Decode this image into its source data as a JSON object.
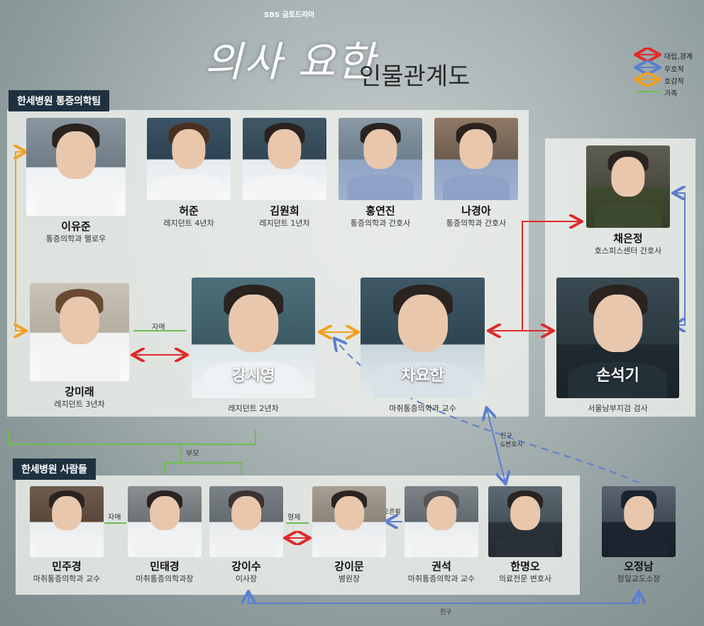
{
  "channel": "SBS 금토드라마",
  "title_logo": "의사 요한",
  "title_sub": "인물관계도",
  "legend": [
    {
      "label": "대립,경계",
      "color": "#e02a2a",
      "icon": "double-arrow"
    },
    {
      "label": "우호적",
      "color": "#5b7ed0",
      "icon": "double-arrow"
    },
    {
      "label": "호감적",
      "color": "#f0a020",
      "icon": "double-arrow"
    },
    {
      "label": "가족",
      "color": "#6bbf4a",
      "icon": "line"
    }
  ],
  "sections": {
    "team": "한세병원 통증의학팀",
    "hospital": "한세병원 사람들"
  },
  "characters": {
    "leeyujun": {
      "name": "이유준",
      "role": "통증의학과 펠로우"
    },
    "heojun": {
      "name": "허준",
      "role": "레지던트 4년차"
    },
    "kimwonhee": {
      "name": "김원희",
      "role": "레지던트 1년차"
    },
    "hongyeonjin": {
      "name": "홍연진",
      "role": "통증의학과 간호사"
    },
    "nagyeonga": {
      "name": "나경아",
      "role": "통증의학과 간호사"
    },
    "chaeeunjeong": {
      "name": "채은정",
      "role": "호스피스센터 간호사"
    },
    "kangmirae": {
      "name": "강미래",
      "role": "레지던트 3년차"
    },
    "kangsiyoung": {
      "name": "강시영",
      "role": "레지던트 2년차"
    },
    "chayohan": {
      "name": "차요한",
      "role": "마취통증의학과 교수"
    },
    "sonseokgi": {
      "name": "손석기",
      "role": "서울남부지검 검사"
    },
    "minjukyung": {
      "name": "민주경",
      "role": "마취통증의학과 교수"
    },
    "mintaekyung": {
      "name": "민태경",
      "role": "마취통증의학과장"
    },
    "kangisu": {
      "name": "강이수",
      "role": "이사장"
    },
    "kangimun": {
      "name": "강이문",
      "role": "병원장"
    },
    "kwonseok": {
      "name": "권석",
      "role": "마취통증의학과 교수"
    },
    "hanmyeongo": {
      "name": "한명오",
      "role": "의료전문 변호사"
    },
    "ohjeongnam": {
      "name": "오정남",
      "role": "청일교도소장"
    }
  },
  "relations": {
    "sisters1": "자매",
    "parents": "부모",
    "sisters2": "자매",
    "brothers": "형제",
    "right_hand": "오른팔",
    "friend_lawyer_1": "친구",
    "friend_lawyer_2": "&변호사",
    "friend": "친구"
  }
}
